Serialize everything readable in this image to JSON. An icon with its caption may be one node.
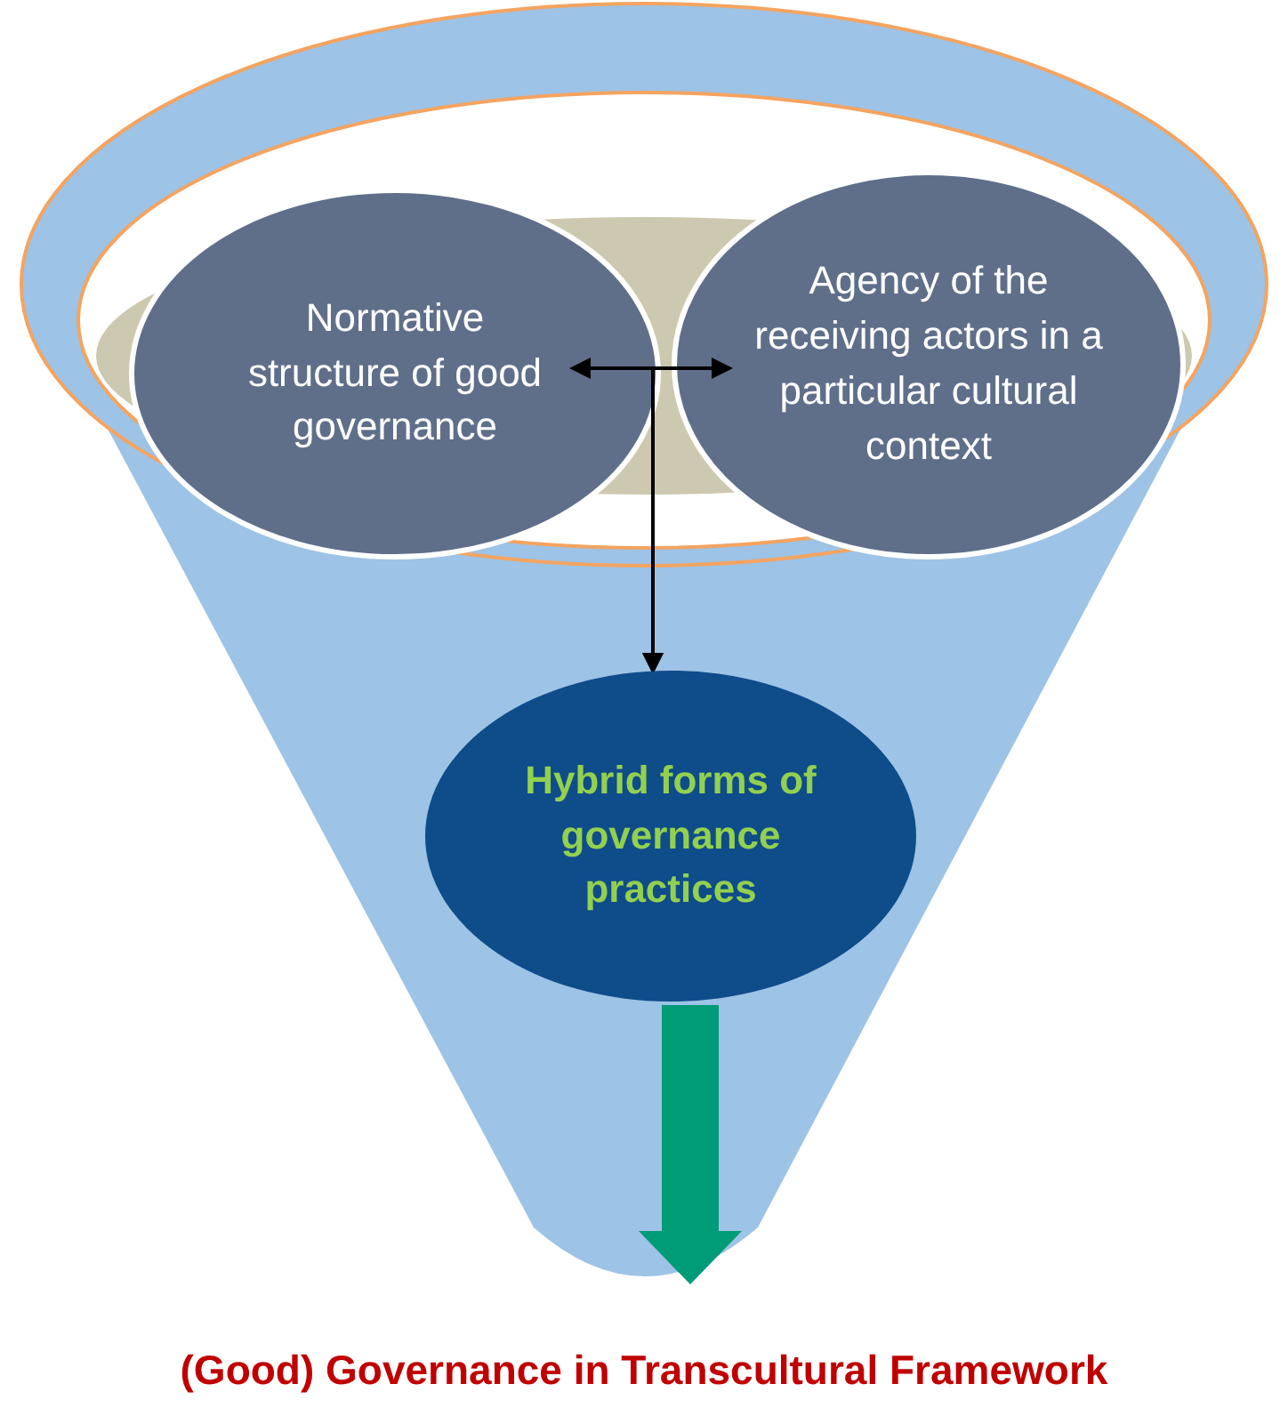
{
  "diagram": {
    "nodes": [
      {
        "text": [
          "Normative structure of good governance"
        ]
      },
      {
        "text": [
          "Agency of the receiving actors in a particular cultural context"
        ]
      },
      {
        "text": [
          "Hybrid forms of governance practices"
        ]
      },
      {
        "text": [
          "(Good) Governance in Transcultural Framework"
        ]
      }
    ],
    "edges": [
      {
        "from": 0,
        "to": 1,
        "arrow": "both"
      },
      {
        "from": 0,
        "to": 2,
        "arrow": "to"
      },
      {
        "from": 1,
        "to": 2,
        "arrow": "to"
      },
      {
        "from": 2,
        "to": 3,
        "arrow": "to",
        "style": "thick",
        "color": "#009b77"
      }
    ]
  }
}
